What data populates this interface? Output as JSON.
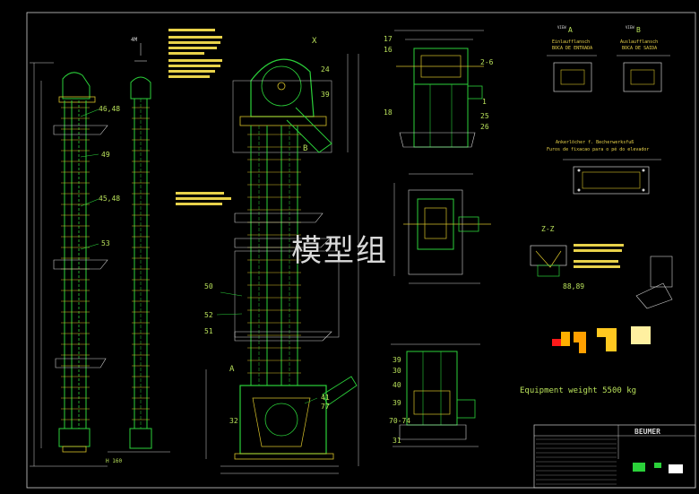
{
  "watermark": "模型组",
  "colors": {
    "line_green": "#2bd13a",
    "line_yellow": "#d6c12a",
    "line_white": "#cfcfcf",
    "text_green": "#b8e05a",
    "background": "#000000"
  },
  "left_view": {
    "height_label": "H 160",
    "callouts": [
      "46,48",
      "49",
      "45,48",
      "53"
    ],
    "top_label": "4M"
  },
  "center_view": {
    "section_letters": [
      "X",
      "B",
      "A"
    ],
    "callouts_top": [
      "24",
      "39"
    ],
    "callouts_mid": [
      "50",
      "52",
      "51"
    ],
    "callouts_low": [
      "41",
      "77",
      "32"
    ]
  },
  "right_top_view": {
    "callouts": [
      "17",
      "16",
      "18",
      "2-6",
      "1",
      "25",
      "26"
    ]
  },
  "right_low_view": {
    "callouts": [
      "39",
      "30",
      "40",
      "39",
      "70-74",
      "31"
    ]
  },
  "flange_views": [
    {
      "letter": "A",
      "title": "Einlaufflansch",
      "subtitle": "BOCA DE ENTRADA"
    },
    {
      "letter": "B",
      "title": "Auslaufflansch",
      "subtitle": "BOCA DE SAIDA"
    }
  ],
  "anchor_note": {
    "line1": "Ankerlöcher f. Becherwerksfuß",
    "line2": "Furos de fixacao para o pé do elevador"
  },
  "section_z": {
    "label": "Z-Z",
    "dim": "88,89"
  },
  "weight_text": "Equipment weight 5500 kg",
  "title_block": {
    "brand": "BEUMER"
  }
}
